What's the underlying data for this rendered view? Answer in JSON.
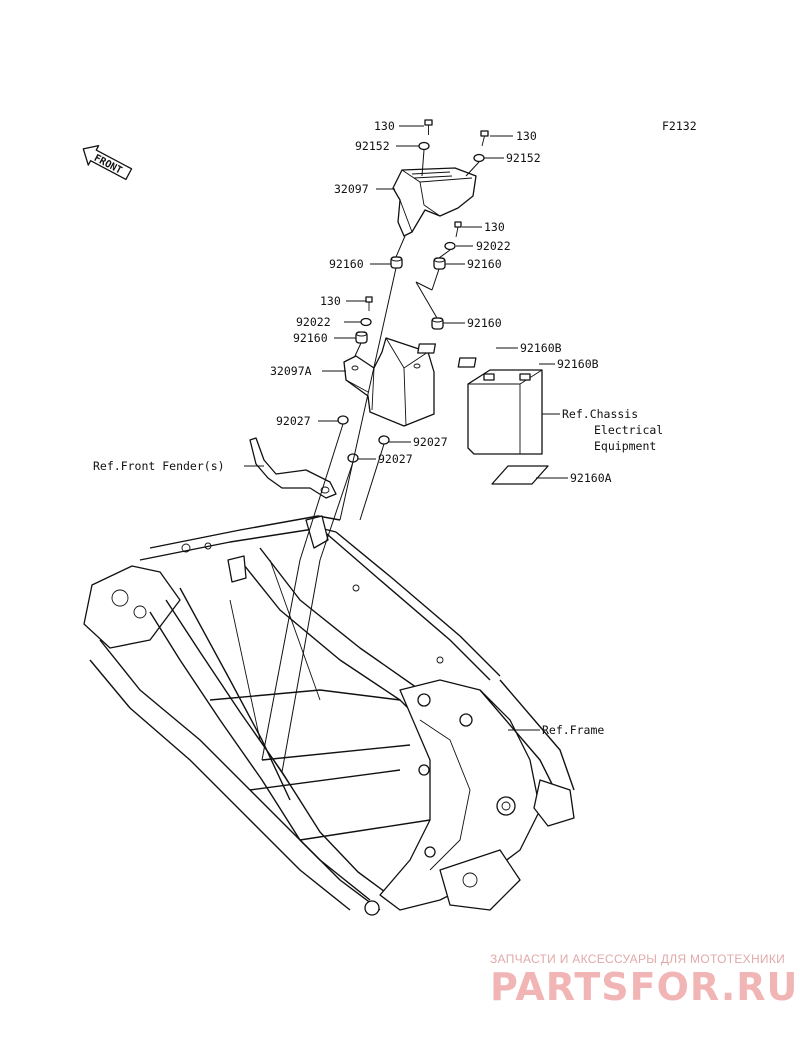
{
  "figure_code": "F2132",
  "front_marker": "FRONT",
  "callouts": [
    {
      "id": "c1",
      "text": "130"
    },
    {
      "id": "c2",
      "text": "92152"
    },
    {
      "id": "c3",
      "text": "130"
    },
    {
      "id": "c4",
      "text": "92152"
    },
    {
      "id": "c5",
      "text": "32097"
    },
    {
      "id": "c6",
      "text": "130"
    },
    {
      "id": "c7",
      "text": "92022"
    },
    {
      "id": "c8",
      "text": "92160"
    },
    {
      "id": "c9",
      "text": "92160"
    },
    {
      "id": "c10",
      "text": "130"
    },
    {
      "id": "c11",
      "text": "92022"
    },
    {
      "id": "c12",
      "text": "92160"
    },
    {
      "id": "c13",
      "text": "92160"
    },
    {
      "id": "c14",
      "text": "92160B"
    },
    {
      "id": "c15",
      "text": "92160B"
    },
    {
      "id": "c16",
      "text": "32097A"
    },
    {
      "id": "c17",
      "text": "92027"
    },
    {
      "id": "c18",
      "text": "92027"
    },
    {
      "id": "c19",
      "text": "92027"
    },
    {
      "id": "c20",
      "text": "92160A"
    }
  ],
  "references": {
    "chassis_line1": "Ref.Chassis",
    "chassis_line2": "Electrical",
    "chassis_line3": "Equipment",
    "front_fender": "Ref.Front Fender(s)",
    "frame": "Ref.Frame"
  },
  "watermark": {
    "tagline": "ЗАПЧАСТИ И АКСЕССУАРЫ ДЛЯ МОТОТЕХНИКИ",
    "brand": "PARTSFOR.RU"
  }
}
